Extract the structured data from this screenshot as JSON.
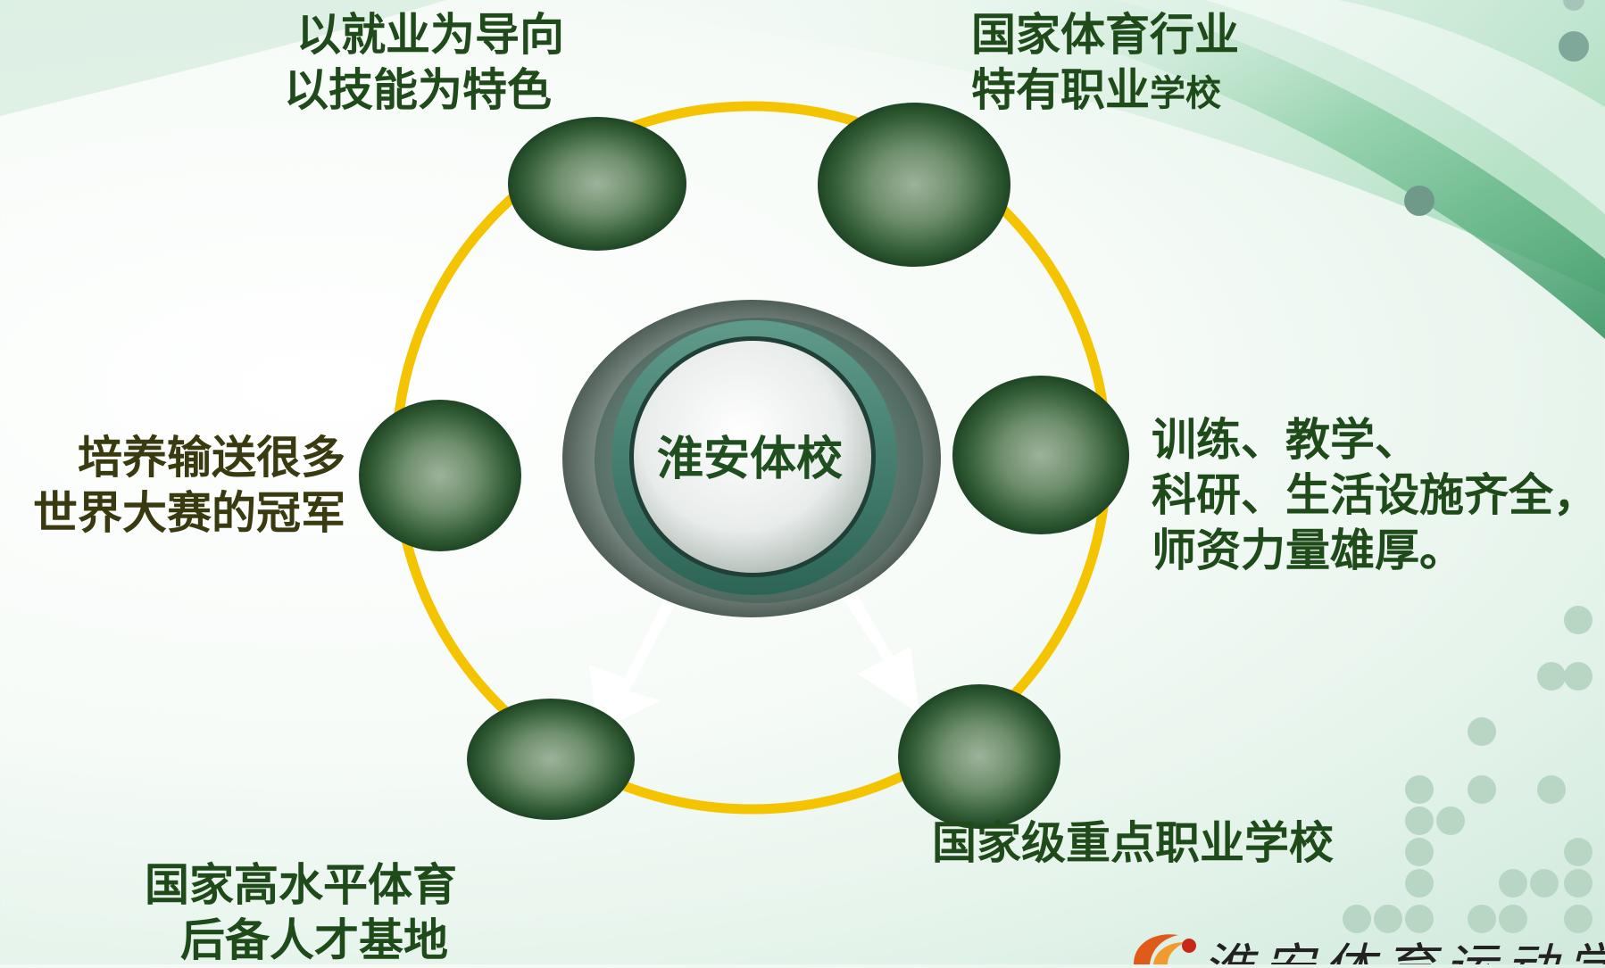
{
  "center": {
    "title": "淮安体校"
  },
  "nodes": [
    {
      "id": "top-left",
      "lines": [
        "以就业为导向",
        "以技能为特色"
      ]
    },
    {
      "id": "top-right",
      "lines": [
        "国家体育行业",
        "特有职业"
      ],
      "suffix": "学校"
    },
    {
      "id": "left",
      "lines": [
        "培养输送很多",
        "世界大赛的冠军"
      ]
    },
    {
      "id": "right",
      "lines": [
        "训练、教学、",
        "科研、生活设施齐全，",
        "师资力量雄厚。"
      ]
    },
    {
      "id": "bottom-right",
      "lines": [
        "国家级重点职业学校"
      ]
    },
    {
      "id": "bottom-left",
      "lines": [
        "国家高水平体育",
        "后备人才基地"
      ]
    }
  ],
  "logo": {
    "text": "淮安体育运动学校"
  },
  "colors": {
    "ring": "#f5c400",
    "node": "#2e5a34",
    "center_ring": "#3f7a6a",
    "text": "#1f4a1a"
  }
}
